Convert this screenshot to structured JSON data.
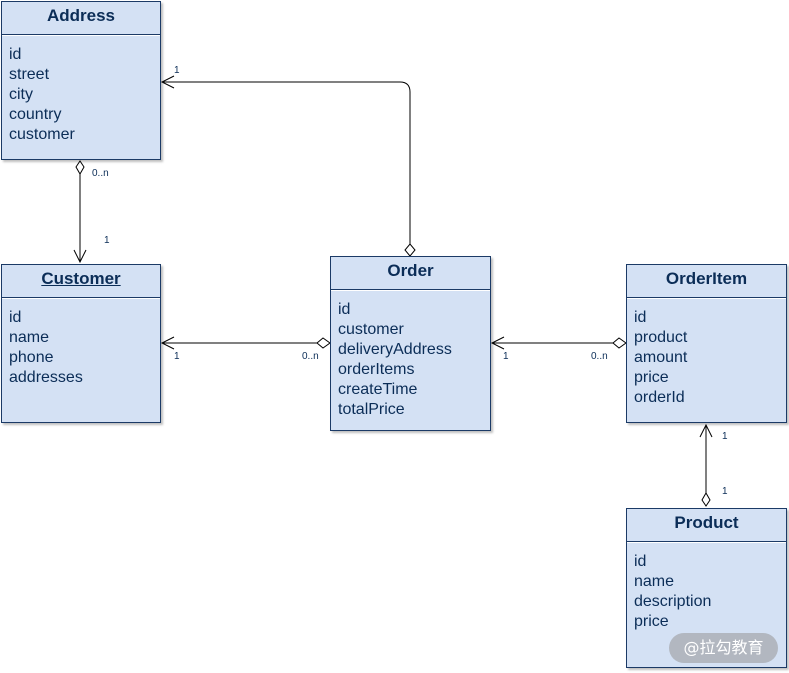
{
  "classes": {
    "address": {
      "name": "Address",
      "attributes": [
        "id",
        "street",
        "city",
        "country",
        "customer"
      ]
    },
    "customer": {
      "name": "Customer",
      "attributes": [
        "id",
        "name",
        "phone",
        "addresses"
      ]
    },
    "order": {
      "name": "Order",
      "attributes": [
        "id",
        "customer",
        "deliveryAddress",
        "orderItems",
        "createTime",
        "totalPrice"
      ]
    },
    "orderitem": {
      "name": "OrderItem",
      "attributes": [
        "id",
        "product",
        "amount",
        "price",
        "orderId"
      ]
    },
    "product": {
      "name": "Product",
      "attributes": [
        "id",
        "name",
        "description",
        "price"
      ]
    }
  },
  "multiplicities": {
    "order_to_address_target": "1",
    "address_customer_source": "0..n",
    "address_customer_target": "1",
    "order_customer_source": "0..n",
    "order_customer_target": "1",
    "orderitem_order_source": "0..n",
    "orderitem_order_target": "1",
    "product_orderitem_target": "1",
    "product_orderitem_source": "1"
  },
  "watermark": "@拉勾教育"
}
